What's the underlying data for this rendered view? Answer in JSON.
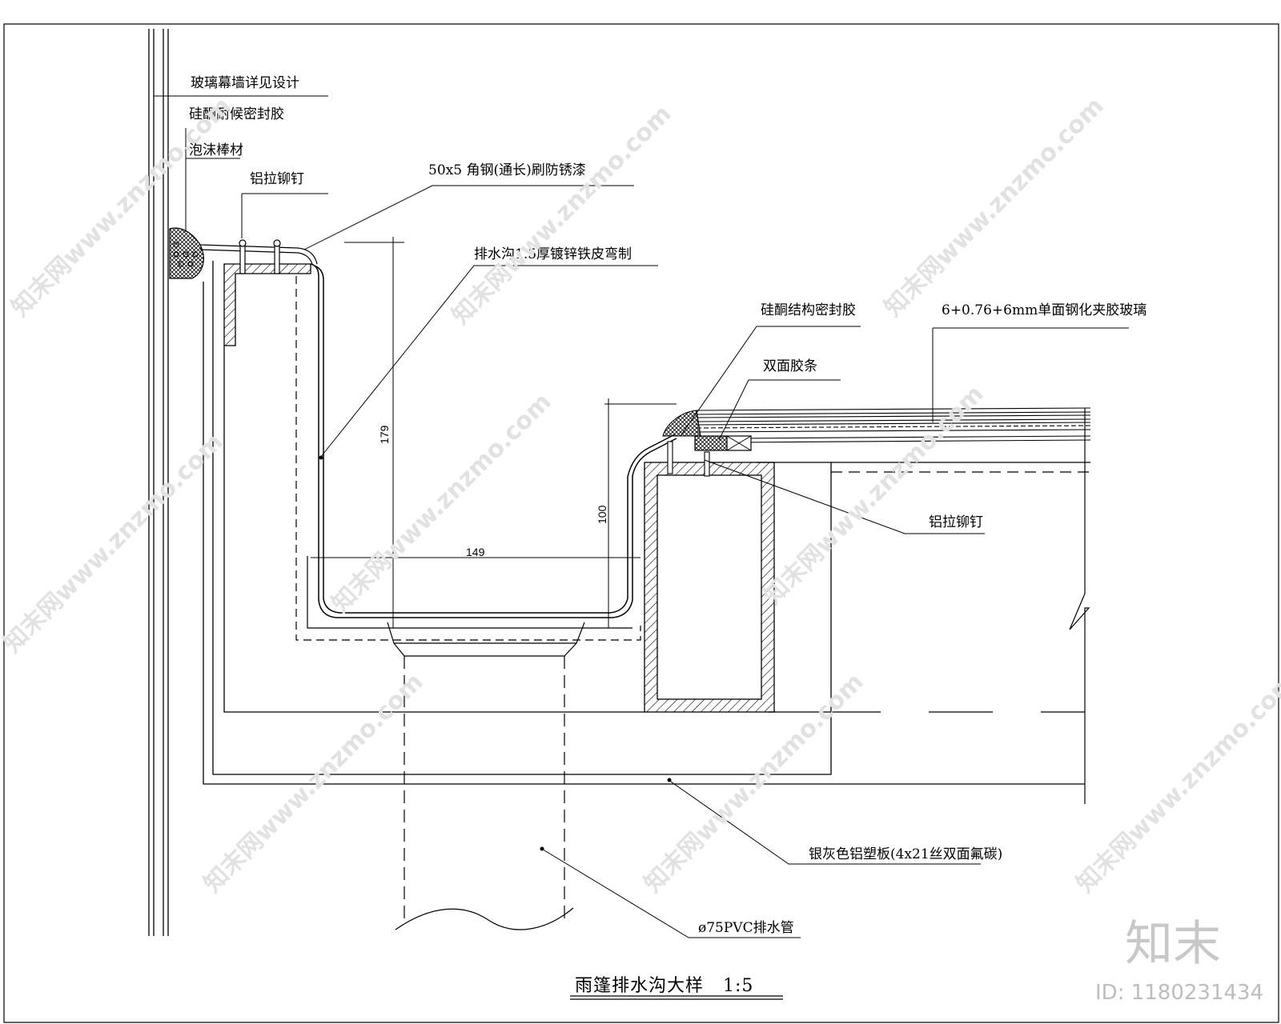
{
  "title": "雨篷排水沟大样",
  "scale": "1:5",
  "labels": {
    "glass_curtain_wall": "玻璃幕墙详见设计",
    "weather_sealant": "硅酮耐候密封胶",
    "foam_rod": "泡沫棒材",
    "rivet_left": "铝拉铆钉",
    "angle_steel": "50x5    角钢(通长)刷防锈漆",
    "gutter": "排水沟1.5厚镀锌铁皮弯制",
    "structural_sealant": "硅酮结构密封胶",
    "double_tape": "双面胶条",
    "laminated_glass": "6+0.76+6mm单面钢化夹胶玻璃",
    "rivet_right": "铝拉铆钉",
    "aluminum_panel": "银灰色铝塑板(4x21丝双面氟碳)",
    "pvc_pipe": "ø75PVC排水管"
  },
  "dimensions": {
    "depth_left": "179",
    "depth_right": "100",
    "width_bottom": "149"
  },
  "watermark": {
    "logo": "知末",
    "id": "ID: 1180231434",
    "diagonal": "知末网www.znzmo.com"
  }
}
